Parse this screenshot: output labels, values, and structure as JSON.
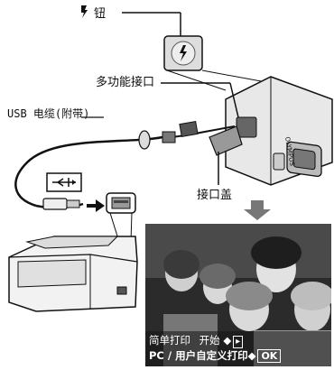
{
  "labels": {
    "flash_button": "钮",
    "multi_connector": "多功能接口",
    "usb_cable": "USB 电缆(附带)",
    "connector_cover": "接口盖"
  },
  "camera": {
    "brand": "OLYMPUS"
  },
  "photo_menu": {
    "easy_print": "简单打印",
    "start": "开始",
    "pc_custom": "PC / 用户自定义打印",
    "ok": "OK"
  }
}
